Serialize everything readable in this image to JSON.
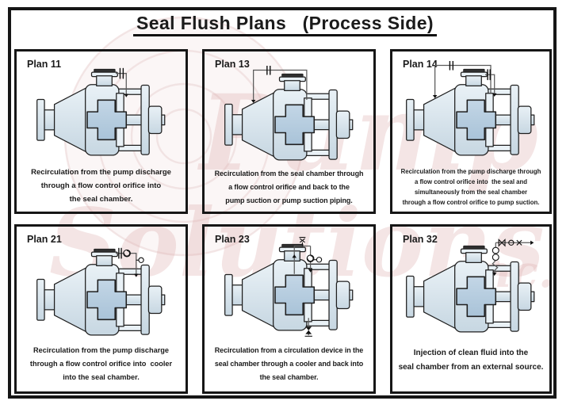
{
  "header": {
    "title": "Seal Flush Plans   (Process Side)"
  },
  "watermark": {
    "words": [
      "Pump",
      "Solutions",
      "Inc."
    ],
    "color": "#dcaaaa",
    "logo": "impeller-swirl"
  },
  "colors": {
    "outline": "#1f1f1f",
    "pump_body_light": "#e9f1f6",
    "pump_body_shade": "#c7d7e2",
    "seal_light": "#c3d6e6",
    "seal_shade": "#a9c3d8",
    "flange_cap": "#2f2f2f",
    "pipe": "#5a5a5a",
    "symbol": "#111111",
    "panel_border": "#161616",
    "watermark": "#dcaaaa"
  },
  "icons": {
    "orifice": "double-bar-restriction",
    "cooler": "coil",
    "gauge": "circle-dial",
    "valve": "bowtie",
    "vent_valve": "cross-valve",
    "flow_arrow": "solid-triangle"
  },
  "panels": [
    {
      "label": "Plan 11",
      "lines": [
        "Recirculation from the pump discharge",
        "through a flow control orifice into",
        "the seal chamber."
      ]
    },
    {
      "label": "Plan 13",
      "lines": [
        "Recirculation from the seal chamber through",
        "a flow control orifice and back to the",
        "pump suction or pump suction piping."
      ]
    },
    {
      "label": "Plan 14",
      "lines": [
        "Recirculation from the pump discharge through",
        "a flow control orifice into  the seal and",
        "simultaneously from the seal chamber",
        "through a flow control orifice to pump suction."
      ]
    },
    {
      "label": "Plan 21",
      "lines": [
        "Recirculation from the pump discharge",
        "through a flow control orifice into  cooler",
        "into the seal chamber."
      ]
    },
    {
      "label": "Plan 23",
      "lines": [
        "Recirculation from a circulation device in the",
        "seal chamber through a cooler and back into",
        "the seal chamber."
      ]
    },
    {
      "label": "Plan 32",
      "lines": [
        "Injection of clean fluid into the",
        "seal chamber from an external source."
      ]
    }
  ]
}
